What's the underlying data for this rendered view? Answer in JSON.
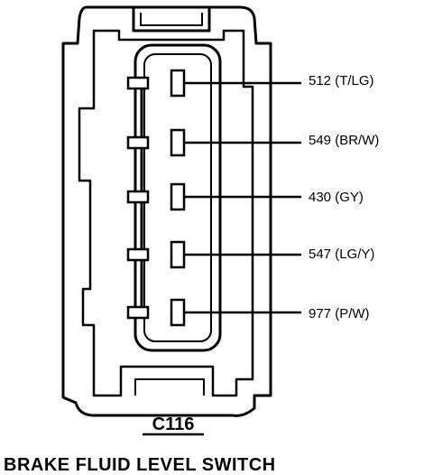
{
  "diagram": {
    "connector_id": "C116",
    "component_title": "BRAKE FLUID LEVEL SWITCH",
    "circuits": [
      {
        "label": "512 (T/LG)"
      },
      {
        "label": "549 (BR/W)"
      },
      {
        "label": "430 (GY)"
      },
      {
        "label": "547 (LG/Y)"
      },
      {
        "label": "977 (P/W)"
      }
    ]
  }
}
